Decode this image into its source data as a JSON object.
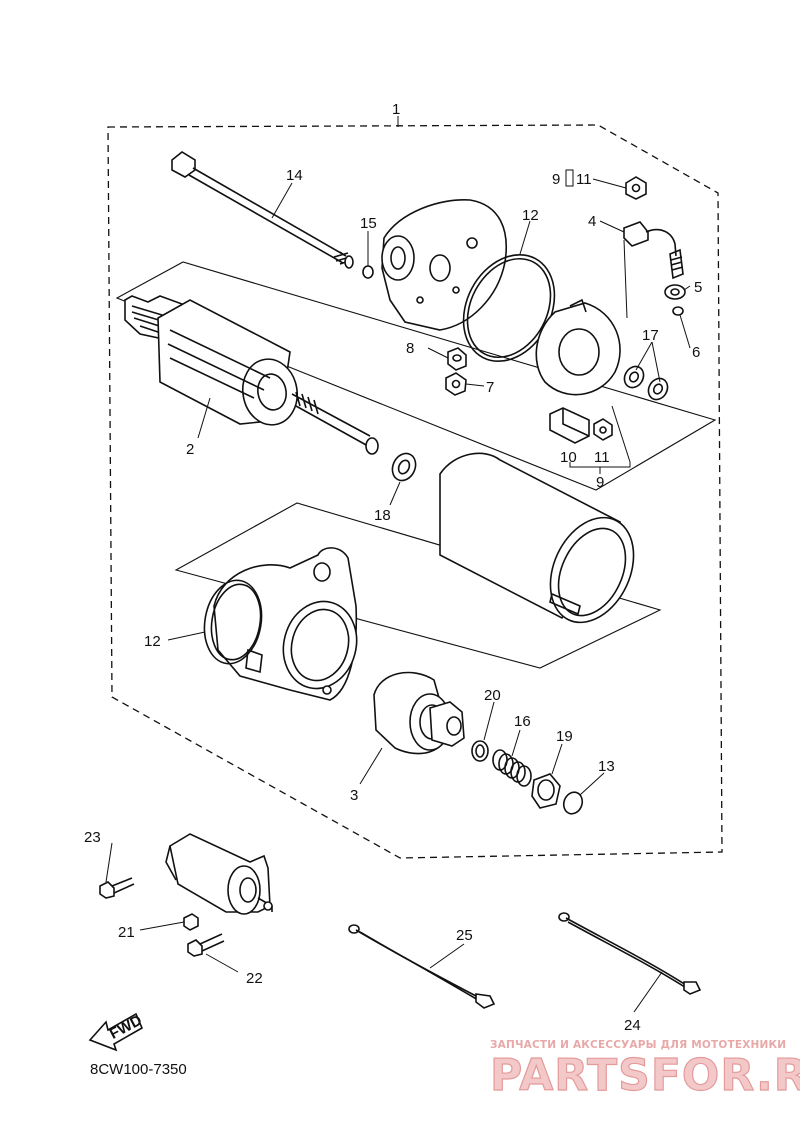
{
  "diagram": {
    "code": "8CW100-7350",
    "fwd_label": "FWD",
    "watermark": {
      "tagline": "ЗАПЧАСТИ И АКСЕССУАРЫ ДЛЯ МОТОТЕХНИКИ",
      "brand": "PARTSFOR.RU"
    },
    "callouts": [
      "1",
      "2",
      "3",
      "4",
      "5",
      "6",
      "7",
      "8",
      "9",
      "9",
      "10",
      "11",
      "11",
      "12",
      "12",
      "13",
      "14",
      "15",
      "16",
      "17",
      "18",
      "19",
      "20",
      "21",
      "22",
      "23",
      "24",
      "25"
    ],
    "bracket_label": "9",
    "bracket_sub": "11"
  }
}
